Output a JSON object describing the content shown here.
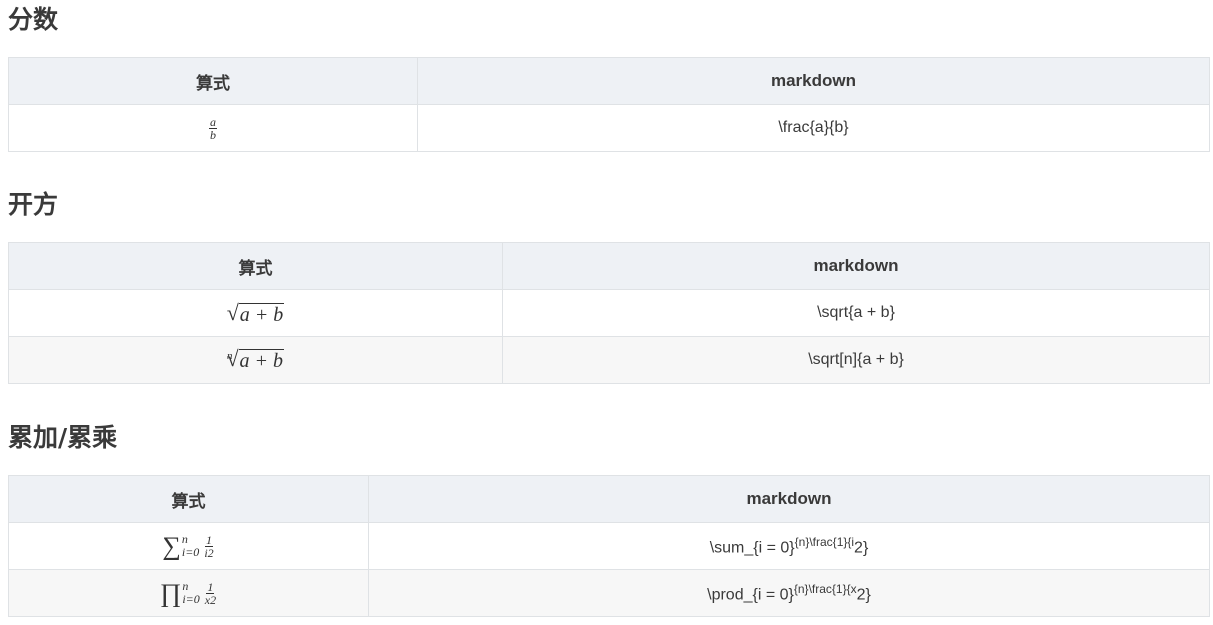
{
  "sections": [
    {
      "title": "分数",
      "headers": [
        "算式",
        "markdown"
      ],
      "rows": [
        {
          "formula": {
            "numerator": "a",
            "denominator": "b"
          },
          "markdown": "\\frac{a}{b}"
        }
      ]
    },
    {
      "title": "开方",
      "headers": [
        "算式",
        "markdown"
      ],
      "rows": [
        {
          "formula": {
            "radicand": "a + b"
          },
          "markdown": "\\sqrt{a + b}"
        },
        {
          "formula": {
            "index": "n",
            "radicand": "a + b"
          },
          "markdown": "\\sqrt[n]{a + b}"
        }
      ]
    },
    {
      "title": "累加/累乘",
      "headers": [
        "算式",
        "markdown"
      ],
      "rows": [
        {
          "formula": {
            "operator": "∑",
            "upper": "n",
            "lower": "i=0",
            "numerator": "1",
            "denominator": "i2"
          },
          "markdown": {
            "base": "\\sum_{i = 0}",
            "sup": "{n}\\frac{1}{i",
            "tail": "2}"
          }
        },
        {
          "formula": {
            "operator": "∏",
            "upper": "n",
            "lower": "i=0",
            "numerator": "1",
            "denominator": "x2"
          },
          "markdown": {
            "base": "\\prod_{i = 0}",
            "sup": "{n}\\frac{1}{x",
            "tail": "2}"
          }
        }
      ]
    }
  ]
}
